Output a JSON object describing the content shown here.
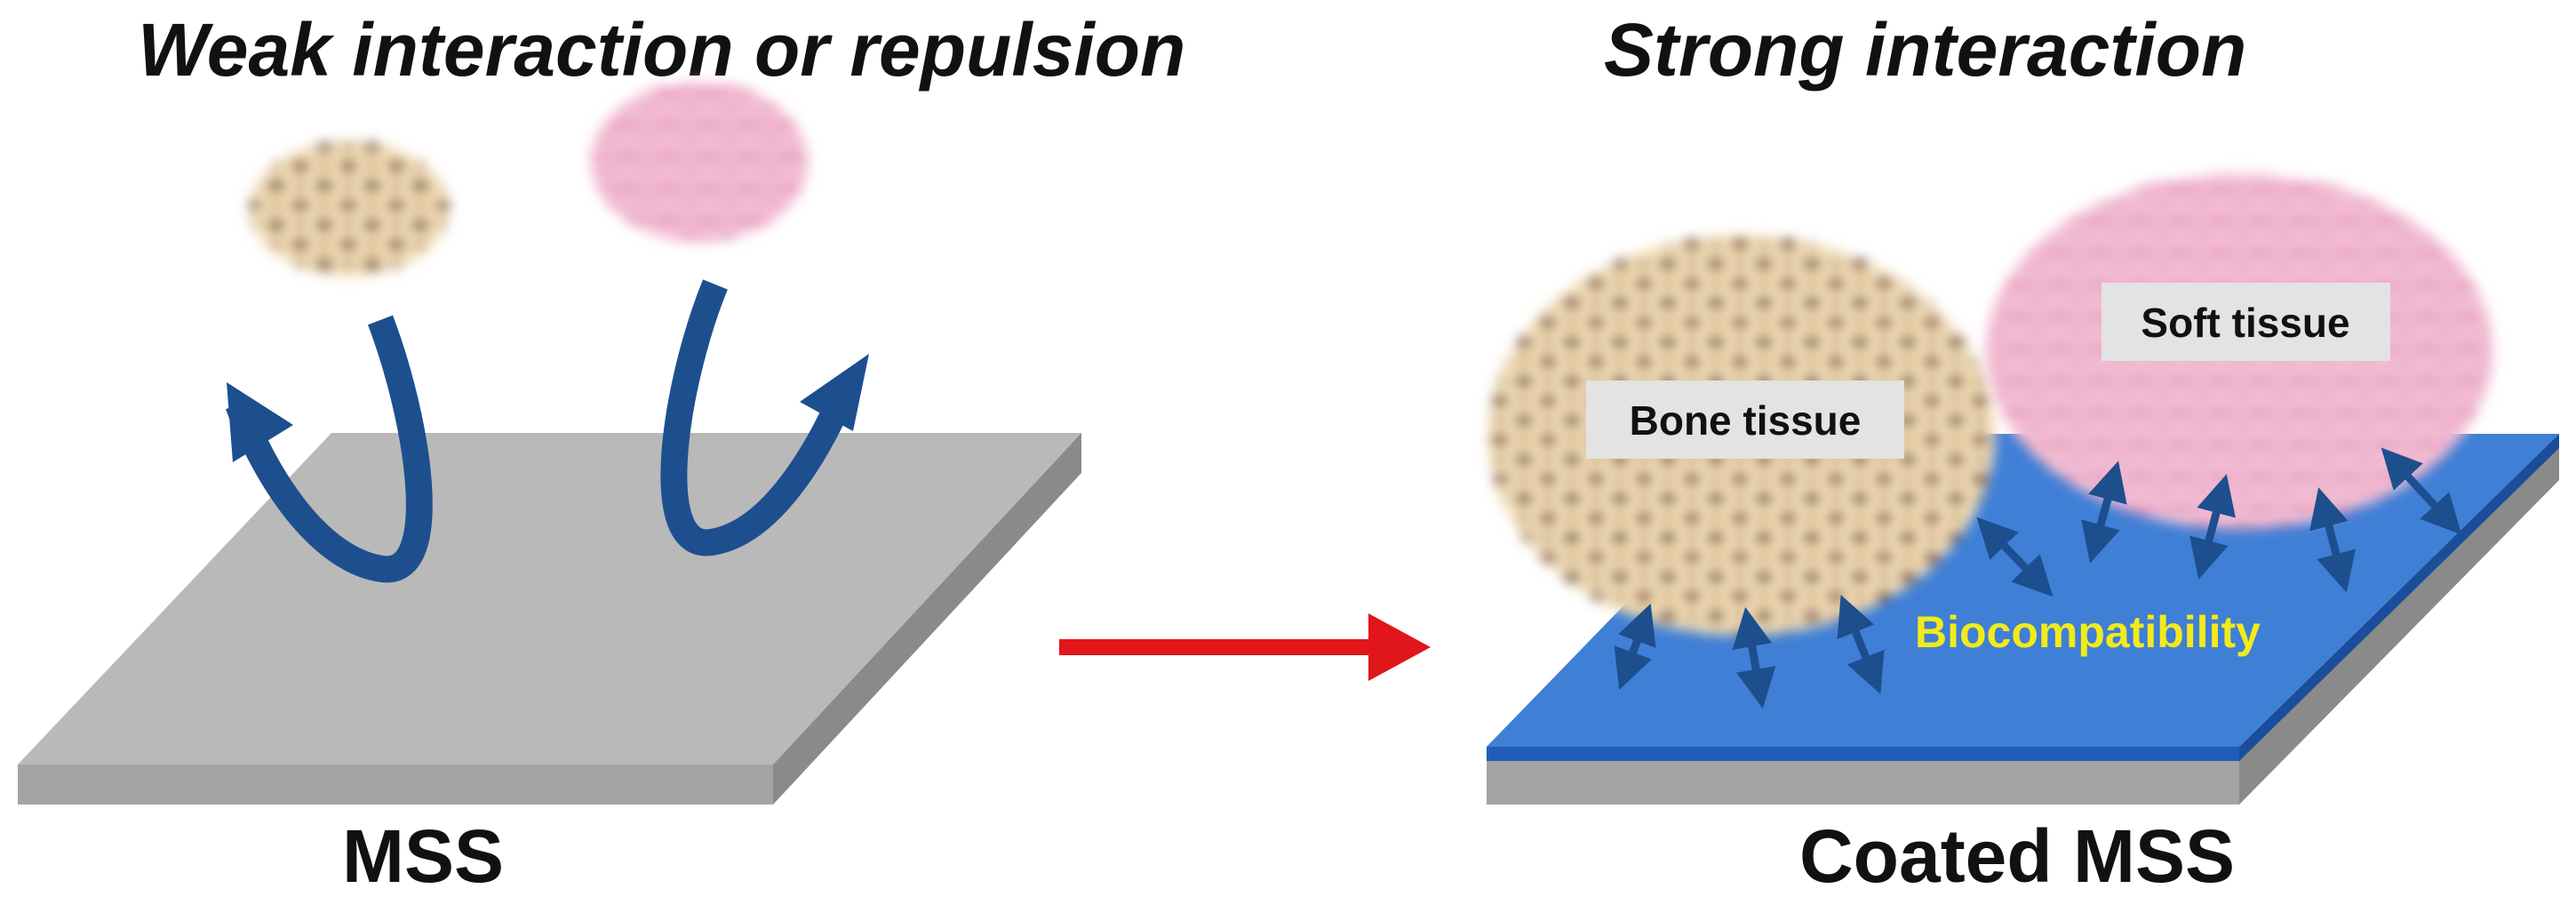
{
  "left_panel": {
    "heading": "Weak interaction or repulsion",
    "caption": "MSS"
  },
  "right_panel": {
    "heading": "Strong interaction",
    "caption": "Coated MSS",
    "bone_label": "Bone tissue",
    "soft_label": "Soft tissue",
    "surface_label": "Biocompatibility"
  },
  "colors": {
    "plate_top": "#b9b9b9",
    "plate_side": "#8e8e8e",
    "coating": "#3f7fd6",
    "arrow_blue": "#1d4f8f",
    "transition_arrow": "#e0161b",
    "biocompatibility_text": "#f2ea1a"
  },
  "icons": {
    "bone": "bone-tissue-texture-icon",
    "soft": "soft-tissue-texture-icon",
    "repel_arrow": "curved-arrow-icon",
    "interaction_arrow": "double-headed-arrow-icon"
  }
}
